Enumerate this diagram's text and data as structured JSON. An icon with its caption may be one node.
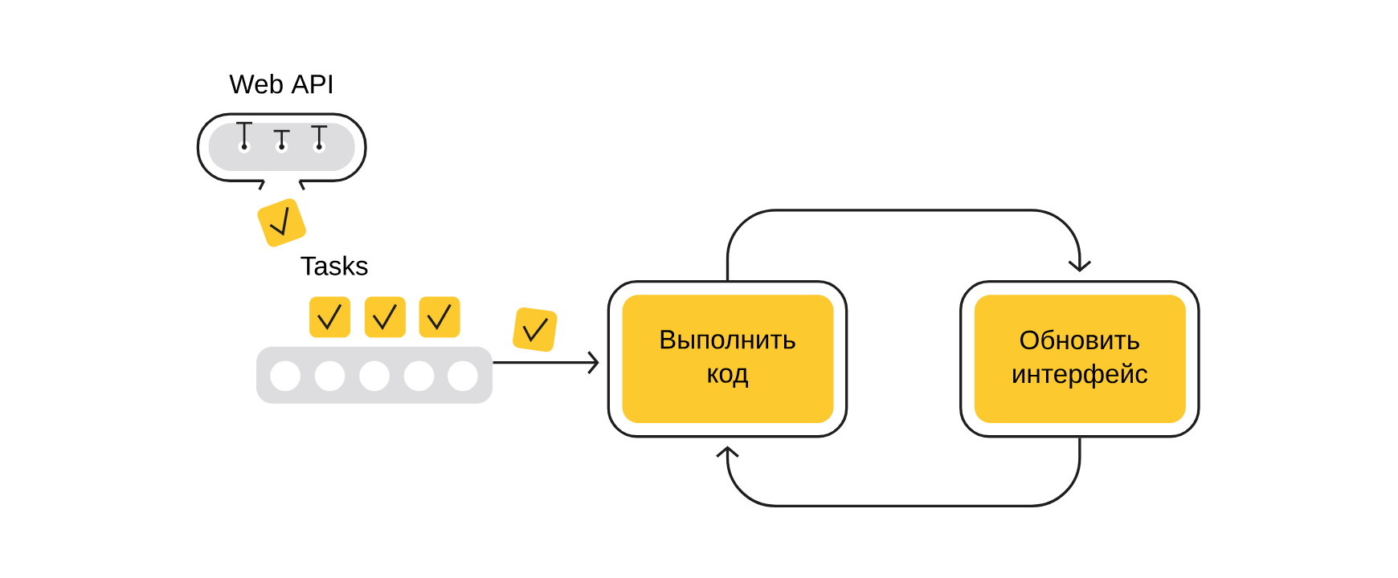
{
  "diagram": {
    "nodes": [
      {
        "text": [
          "Web API"
        ]
      },
      {
        "text": [
          "Tasks"
        ]
      },
      {
        "text": [
          "Выполнить код"
        ]
      },
      {
        "text": [
          "Обновить интерфейс"
        ]
      }
    ],
    "edges": [
      {
        "from": 1,
        "to": 2,
        "arrow": "to"
      },
      {
        "from": 2,
        "to": 3,
        "arrow": "to"
      },
      {
        "from": 3,
        "to": 2,
        "arrow": "to"
      }
    ]
  }
}
